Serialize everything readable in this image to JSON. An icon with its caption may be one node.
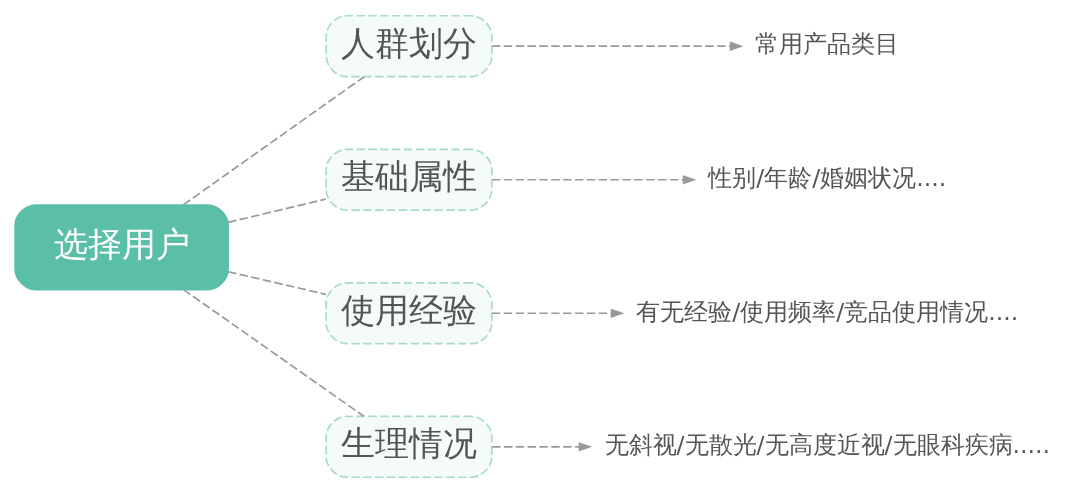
{
  "diagram": {
    "nodes": [
      {
        "text": [
          "选择用户"
        ]
      },
      {
        "text": [
          "人群划分"
        ]
      },
      {
        "text": [
          "基础属性"
        ]
      },
      {
        "text": [
          "使用经验"
        ]
      },
      {
        "text": [
          "生理情况"
        ]
      },
      {
        "text": [
          "常用产品类目"
        ]
      },
      {
        "text": [
          "性别/年龄/婚姻状况...."
        ]
      },
      {
        "text": [
          "有无经验/使用频率/竞品使用情况...."
        ]
      },
      {
        "text": [
          "无斜视/无散光/无高度近视/无眼科疾病....."
        ]
      }
    ],
    "edges": [
      {
        "from": 0,
        "to": 1,
        "arrow": "none",
        "style": "dashed"
      },
      {
        "from": 0,
        "to": 2,
        "arrow": "none",
        "style": "dashed"
      },
      {
        "from": 0,
        "to": 3,
        "arrow": "none",
        "style": "dashed"
      },
      {
        "from": 0,
        "to": 4,
        "arrow": "none",
        "style": "dashed"
      },
      {
        "from": 1,
        "to": 5,
        "arrow": "to",
        "style": "dashed"
      },
      {
        "from": 2,
        "to": 6,
        "arrow": "to",
        "style": "dashed"
      },
      {
        "from": 3,
        "to": 7,
        "arrow": "to",
        "style": "dashed"
      },
      {
        "from": 4,
        "to": 8,
        "arrow": "to",
        "style": "dashed"
      }
    ]
  }
}
